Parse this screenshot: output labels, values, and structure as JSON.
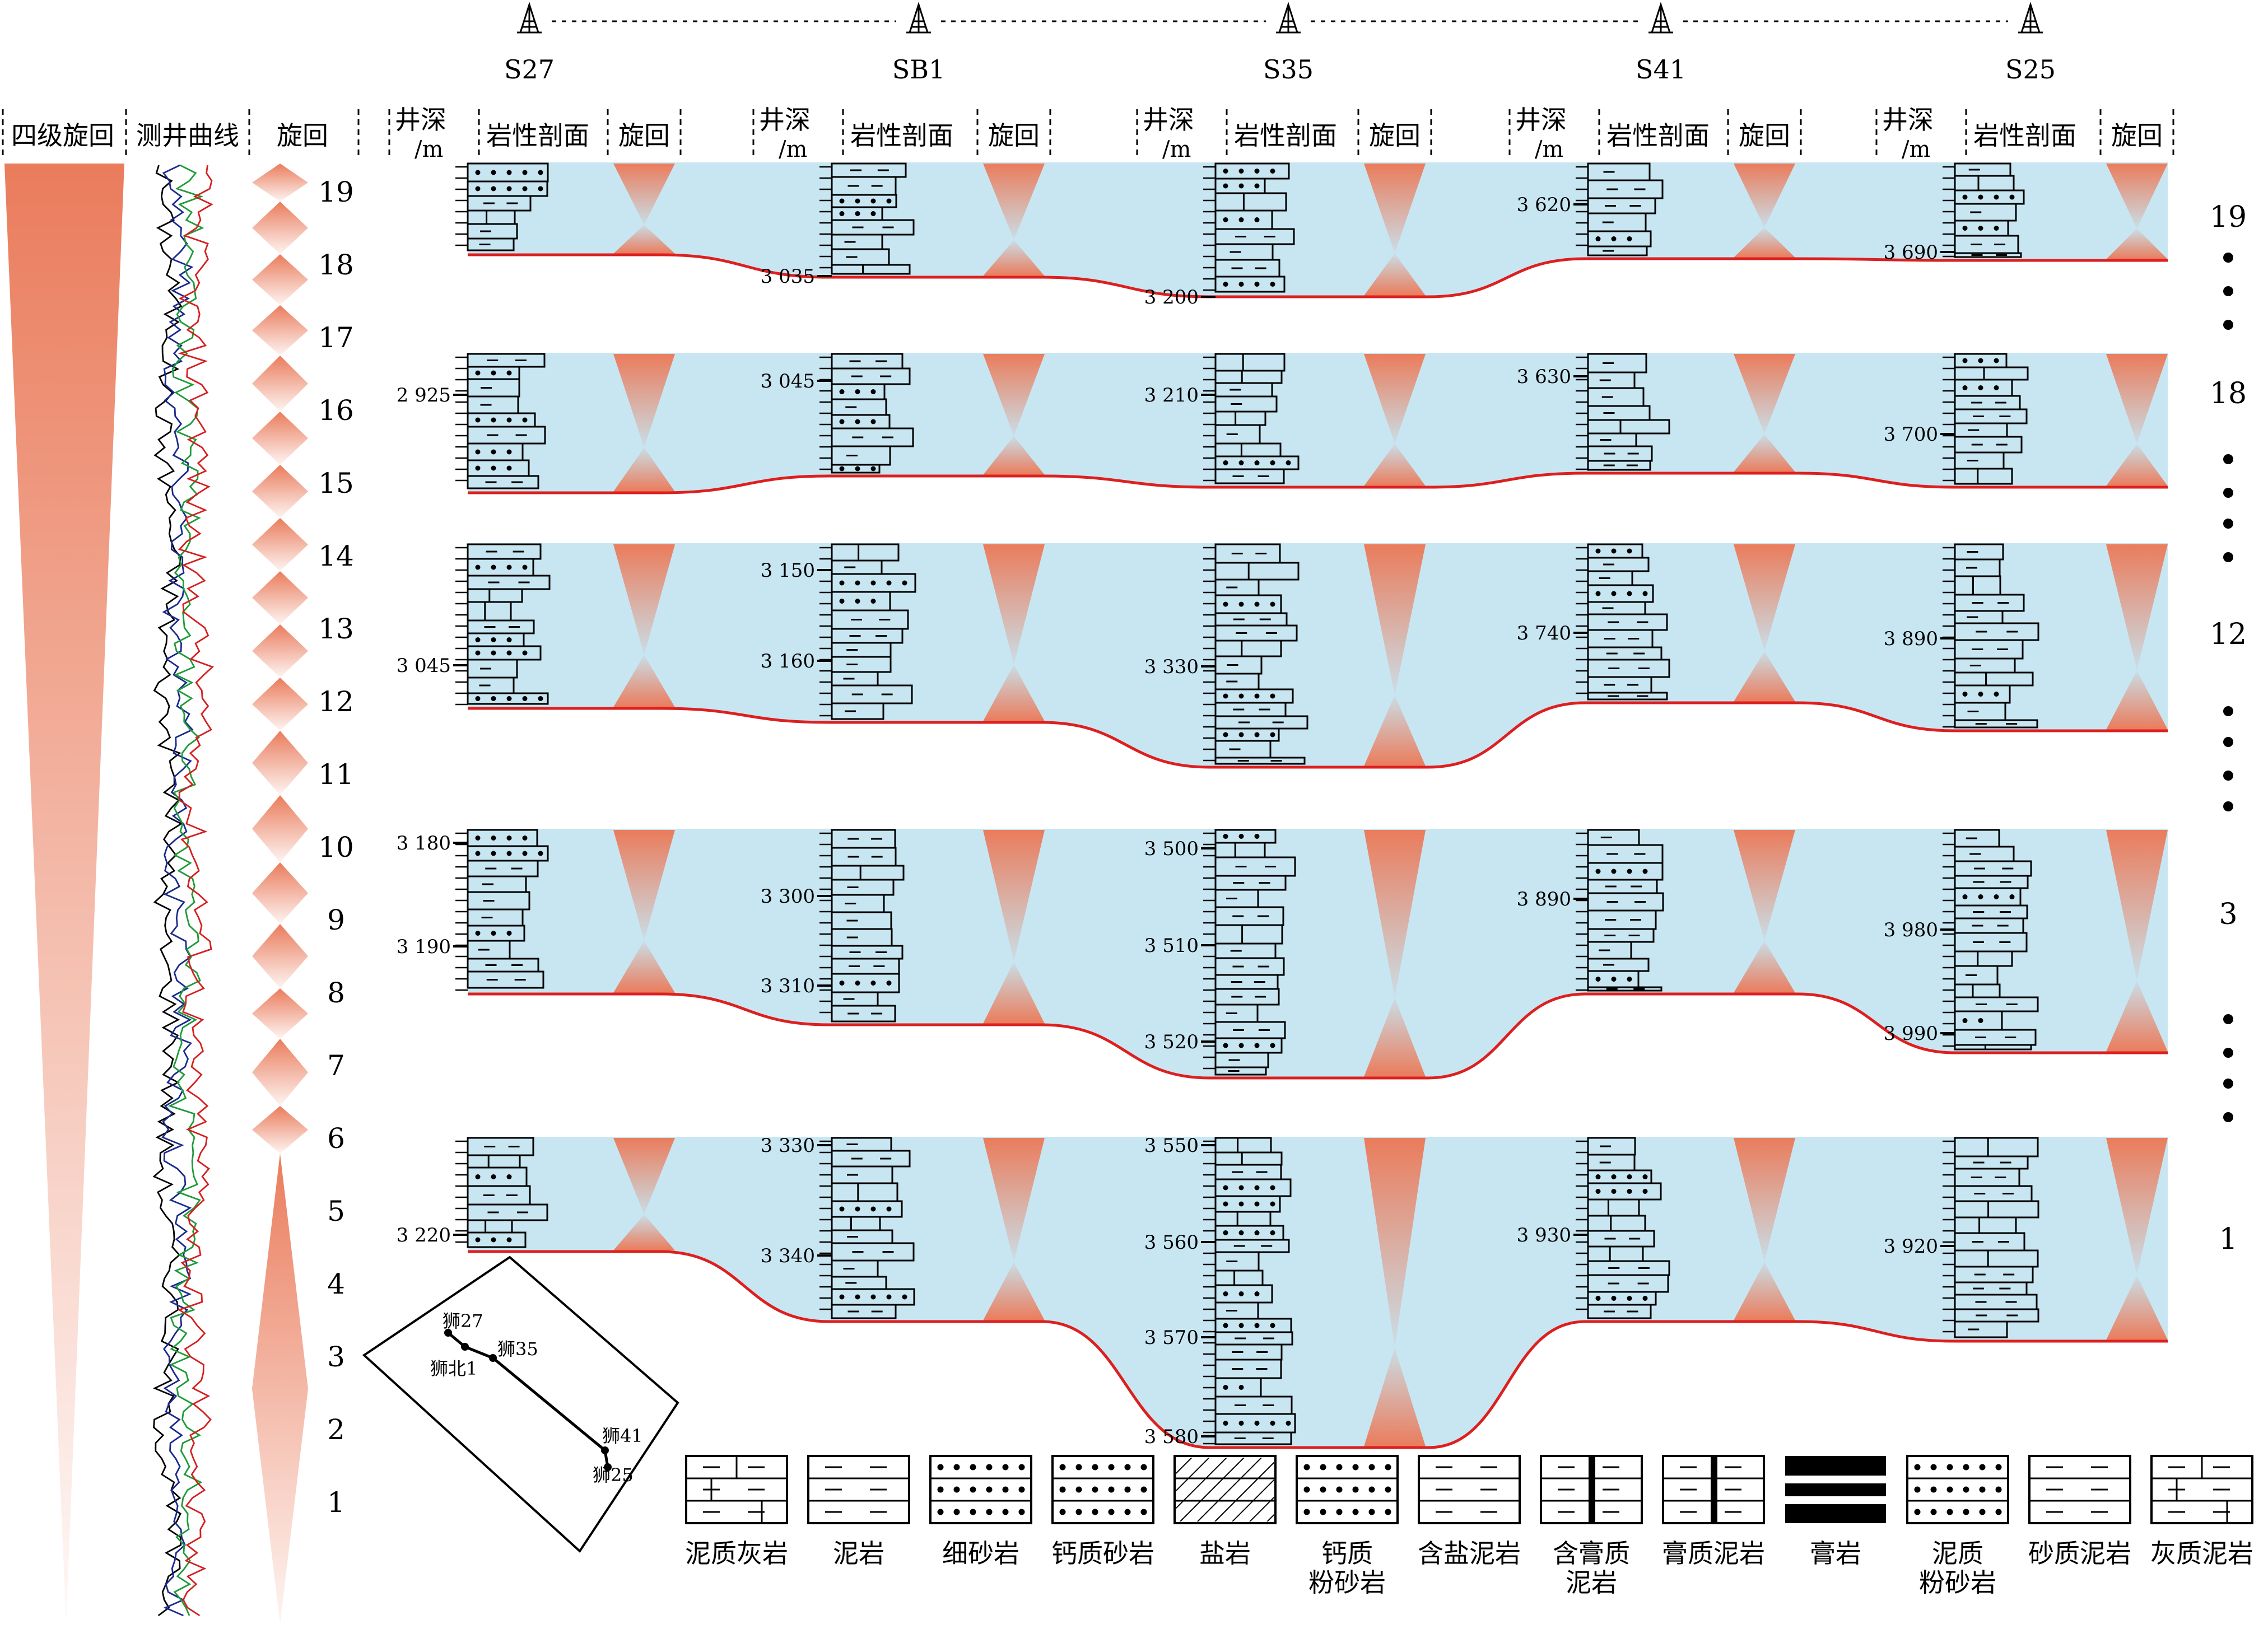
{
  "colors": {
    "band": "#c8e6f2",
    "cycle": "#ea7c5c",
    "boundary": "#dd1f1f",
    "lith": "#c8e6f2"
  },
  "headers": {
    "fourth_cycle": "四级旋回",
    "log_curve": "测井曲线",
    "cycle": "旋回",
    "depth_top": "井深",
    "depth_unit": "/m",
    "lithology": "岩性剖面",
    "well_cycle": "旋回"
  },
  "wells": [
    {
      "name": "S27",
      "depths": [
        "2 925",
        "3 045",
        "3 180",
        "3 190",
        "3 220"
      ]
    },
    {
      "name": "SB1",
      "depths": [
        "3 035",
        "3 045",
        "3 150",
        "3 160",
        "3 300",
        "3 310",
        "3 330",
        "3 340"
      ]
    },
    {
      "name": "S35",
      "depths": [
        "3 200",
        "3 210",
        "3 330",
        "3 500",
        "3 510",
        "3 520",
        "3 550",
        "3 560",
        "3 570",
        "3 580"
      ]
    },
    {
      "name": "S41",
      "depths": [
        "3 620",
        "3 630",
        "3 740",
        "3 890",
        "3 930"
      ]
    },
    {
      "name": "S25",
      "depths": [
        "3 690",
        "3 700",
        "3 890",
        "3 980",
        "3 990",
        "3 920"
      ]
    }
  ],
  "cycle_numbers": [
    "19",
    "18",
    "17",
    "16",
    "15",
    "14",
    "13",
    "12",
    "11",
    "10",
    "9",
    "8",
    "7",
    "6",
    "5",
    "4",
    "3",
    "2",
    "1"
  ],
  "right_labels": [
    "19",
    "18",
    "12",
    "3",
    "1"
  ],
  "map": {
    "wells": [
      "狮27",
      "狮35",
      "狮北1",
      "狮41",
      "狮25"
    ]
  },
  "legend": [
    {
      "label": "泥质灰岩",
      "icon": "argillaceous-limestone-icon"
    },
    {
      "label": "泥岩",
      "icon": "mudstone-icon"
    },
    {
      "label": "细砂岩",
      "icon": "fine-sandstone-icon"
    },
    {
      "label": "钙质砂岩",
      "icon": "calcareous-sandstone-icon"
    },
    {
      "label": "盐岩",
      "icon": "salt-rock-icon"
    },
    {
      "label": "钙质\n粉砂岩",
      "icon": "calcareous-siltstone-icon"
    },
    {
      "label": "含盐泥岩",
      "icon": "salt-bearing-mudstone-icon"
    },
    {
      "label": "含膏质\n泥岩",
      "icon": "gypsum-bearing-mudstone-icon"
    },
    {
      "label": "膏质泥岩",
      "icon": "gypsiferous-mudstone-icon"
    },
    {
      "label": "膏岩",
      "icon": "gypsum-rock-icon"
    },
    {
      "label": "泥质\n粉砂岩",
      "icon": "argillaceous-siltstone-icon"
    },
    {
      "label": "砂质泥岩",
      "icon": "sandy-mudstone-icon"
    },
    {
      "label": "灰质泥岩",
      "icon": "calcareous-mudstone-icon"
    }
  ]
}
